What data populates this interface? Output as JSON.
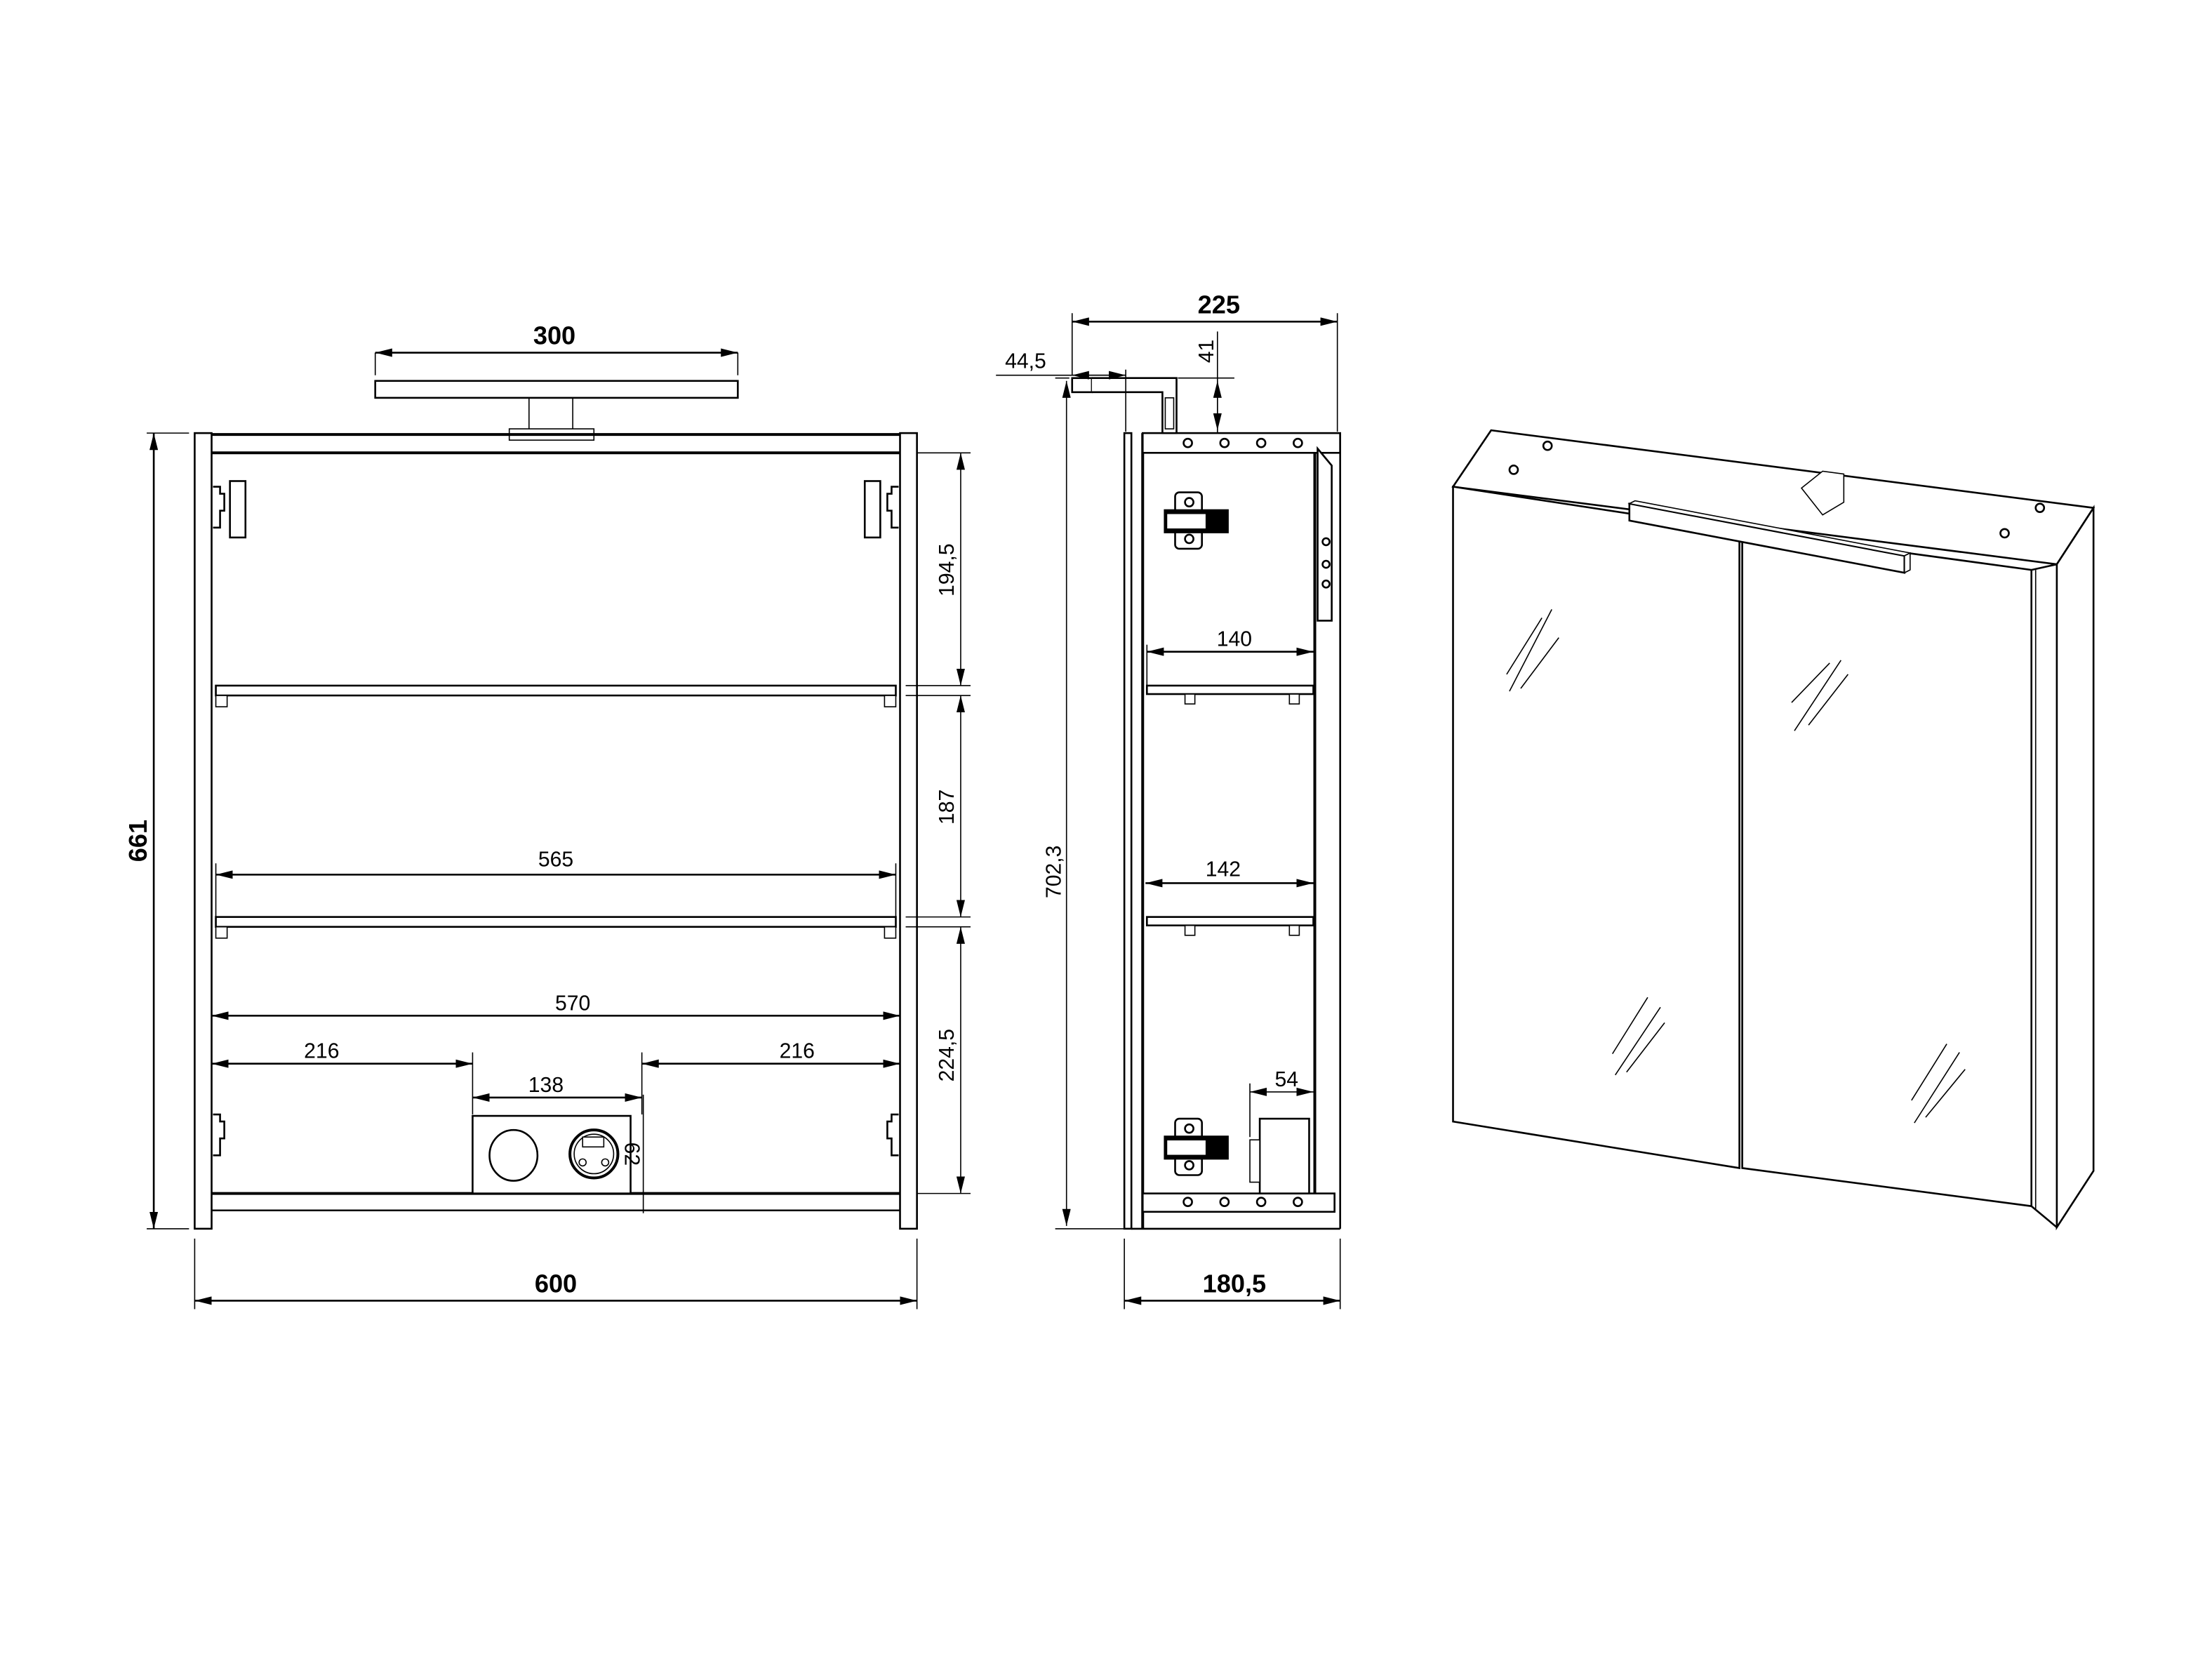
{
  "drawing": {
    "type": "technical-dimension-drawing",
    "subject": "mirror cabinet with LED light and socket",
    "units": "mm",
    "stroke_color": "#000000",
    "background_color": "#ffffff"
  },
  "front_view": {
    "overall_width": "600",
    "overall_height": "661",
    "light_width": "300",
    "shelf_inner_width": "565",
    "inner_width": "570",
    "compartment_heights": [
      "194,5",
      "187",
      "224,5"
    ],
    "socket_left_offset": "216",
    "socket_right_offset": "216",
    "socket_box_width": "138",
    "socket_box_height": "62"
  },
  "side_view": {
    "total_depth_with_light": "225",
    "light_projection": "44,5",
    "light_height_above_top": "41",
    "total_height_with_light": "702,3",
    "upper_shelf_depth": "140",
    "lower_shelf_depth": "142",
    "socket_box_depth": "54",
    "cabinet_depth": "180,5"
  },
  "perspective_view": {
    "doors": 2,
    "mirror_doors": true,
    "light_mounted_on_top": true
  }
}
